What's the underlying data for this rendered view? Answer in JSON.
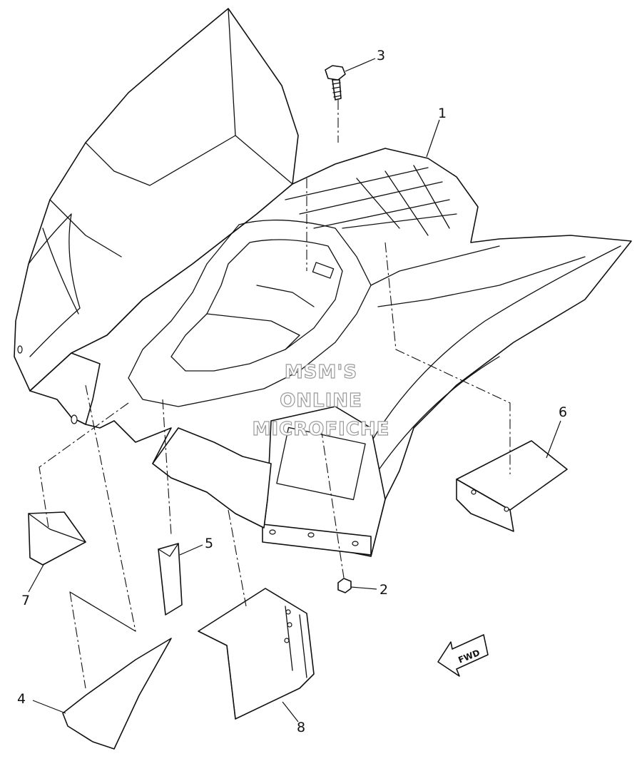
{
  "callouts": [
    {
      "id": "1",
      "label": "1"
    },
    {
      "id": "2",
      "label": "2"
    },
    {
      "id": "3",
      "label": "3"
    },
    {
      "id": "4",
      "label": "4"
    },
    {
      "id": "5",
      "label": "5"
    },
    {
      "id": "6",
      "label": "6"
    },
    {
      "id": "7",
      "label": "7"
    },
    {
      "id": "8",
      "label": "8"
    }
  ],
  "watermark": {
    "line1": "MSM'S",
    "line2": "ONLINE",
    "line3": "MICROFICHE"
  },
  "direction_arrow": {
    "label": "FWD"
  },
  "colors": {
    "line": "#111111",
    "background": "#ffffff",
    "watermark_outline": "#9a9a9a"
  }
}
